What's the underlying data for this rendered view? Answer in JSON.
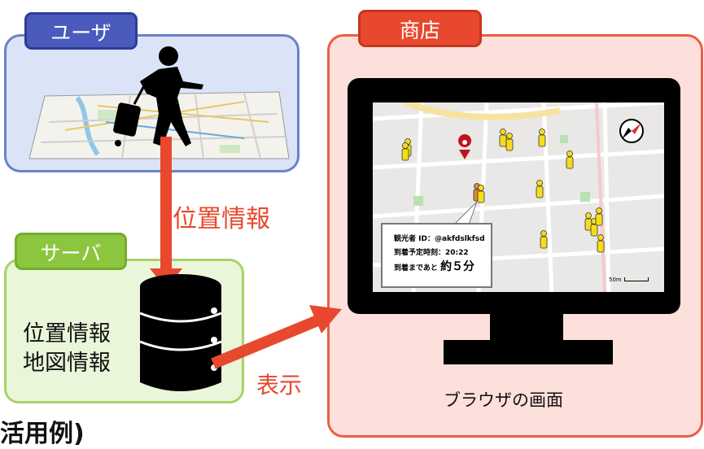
{
  "user": {
    "label": "ユーザ"
  },
  "server": {
    "label": "サーバ",
    "line1": "位置情報",
    "line2": "地図情報"
  },
  "shop": {
    "label": "商店",
    "screen_caption": "ブラウザの画面"
  },
  "arrows": {
    "location_label": "位置情報",
    "display_label": "表示"
  },
  "popup": {
    "visitor_id": "観光者 ID：@akfdslkfsd",
    "arrival_time": "到着予定時刻：20:22",
    "remaining_prefix": "到着まであと",
    "remaining_value": "約５分"
  },
  "map": {
    "scale_label": "50m"
  },
  "footer": {
    "label": "活用例)"
  },
  "colors": {
    "user": "#4b5bbd",
    "server": "#8cc63f",
    "shop": "#e8482e",
    "pin": "#f5dc1e",
    "selected_pin": "#e08a2a"
  }
}
